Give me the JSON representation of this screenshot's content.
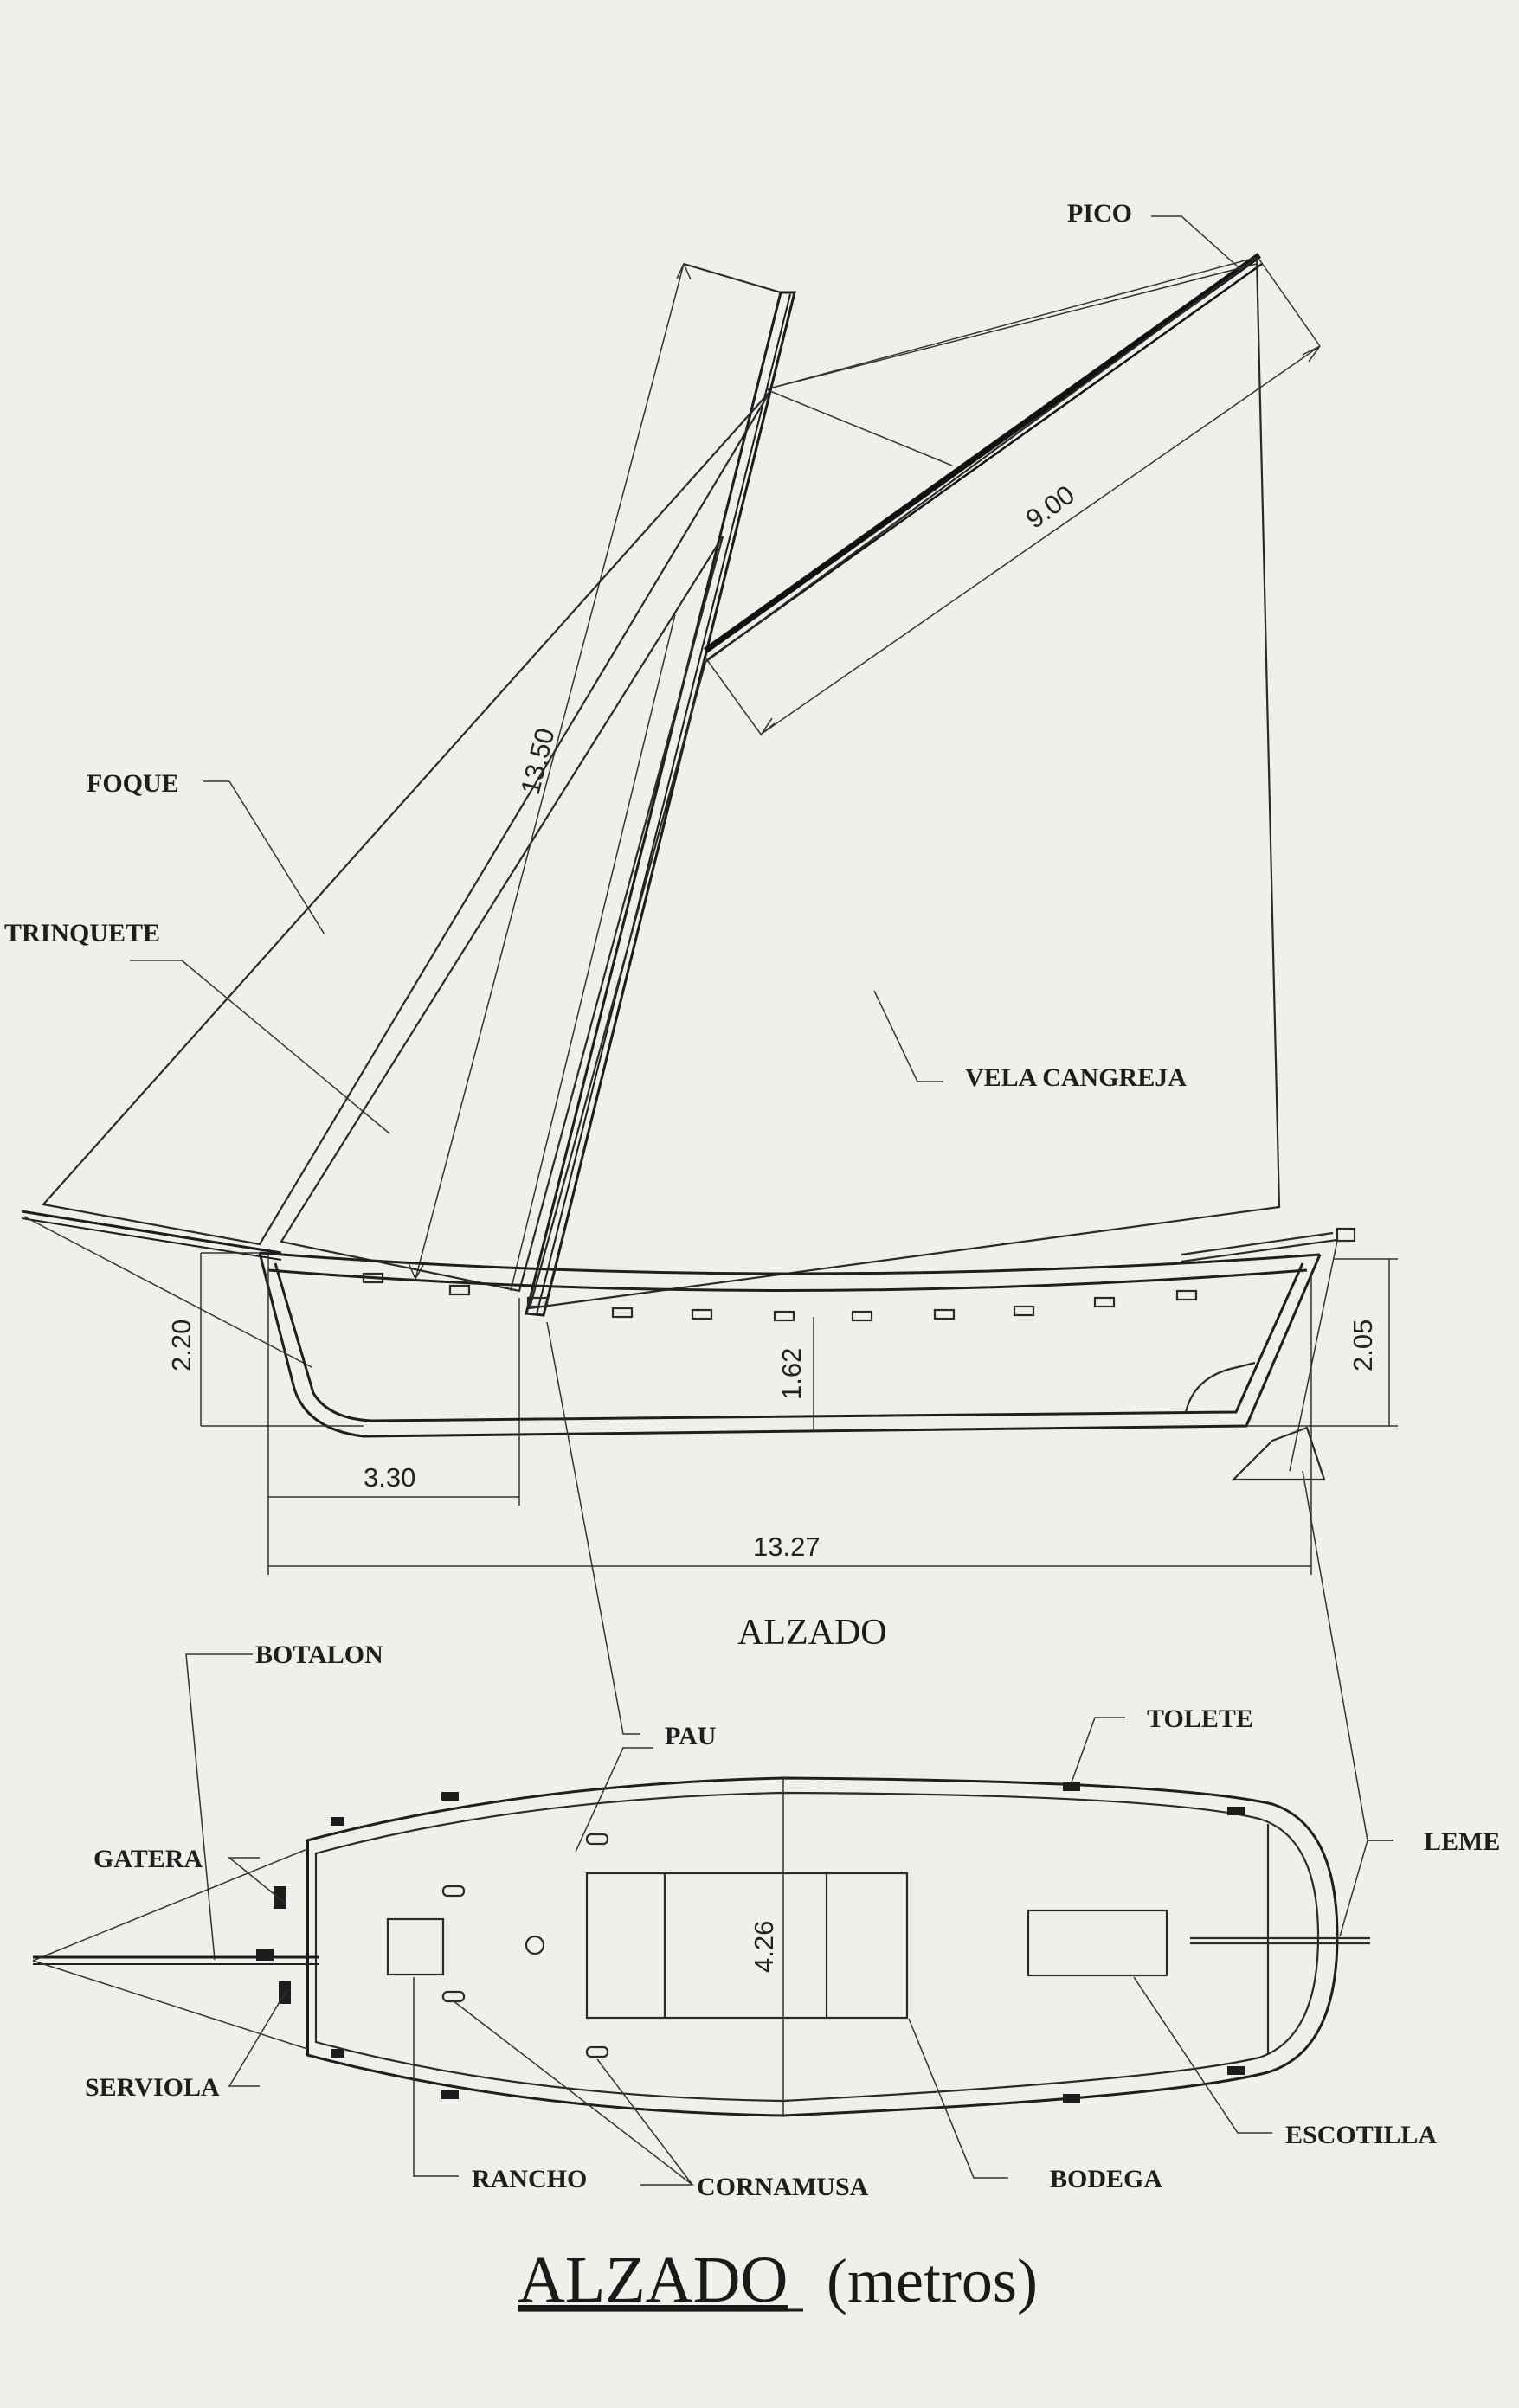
{
  "labels": {
    "pico": "PICO",
    "foque": "FOQUE",
    "trinquete": "TRINQUETE",
    "vela_cangreja": "VELA CANGREJA",
    "botalon": "BOTALON",
    "pau": "PAU",
    "tolete": "TOLETE",
    "gatera": "GATERA",
    "leme": "LEME",
    "serviola": "SERVIOLA",
    "rancho": "RANCHO",
    "cornamusa": "CORNAMUSA",
    "bodega": "BODEGA",
    "escotilla": "ESCOTILLA"
  },
  "dimensions": {
    "gaff_length": "9.00",
    "mast_height": "13.50",
    "bow_depth": "2.20",
    "stern_depth": "2.05",
    "mid_depth": "1.62",
    "mast_position": "3.30",
    "overall_length": "13.27",
    "beam": "4.26"
  },
  "section_title": "ALZADO",
  "caption": {
    "title": "ALZADO",
    "unit": "(metros)"
  }
}
